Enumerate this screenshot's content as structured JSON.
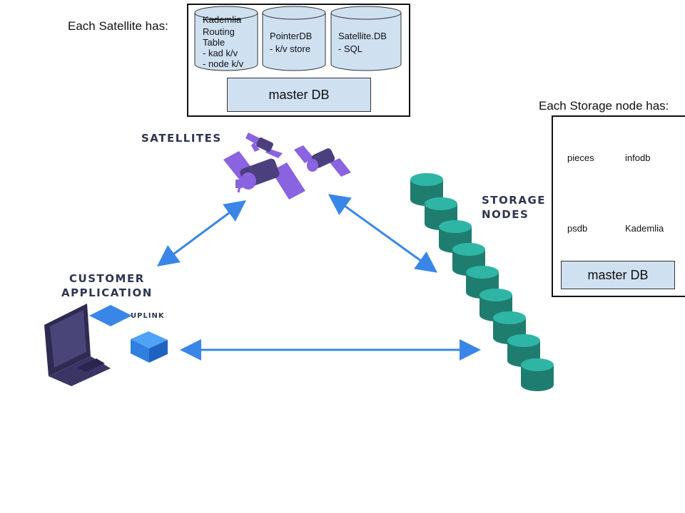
{
  "satellite_panel": {
    "heading": "Each Satellite has:",
    "stores": [
      {
        "name": "Kademlia",
        "details": "Routing\nTable\n- kad k/v\n- node k/v"
      },
      {
        "name": "PointerDB",
        "details": "- k/v store"
      },
      {
        "name": "Satellite.DB",
        "details": "- SQL"
      }
    ],
    "master": "master DB"
  },
  "storage_panel": {
    "heading": "Each Storage node has:",
    "stores": [
      "pieces",
      "infodb",
      "psdb",
      "Kademlia"
    ],
    "master": "master DB"
  },
  "labels": {
    "satellites": "SATELLITES",
    "storage_nodes": "STORAGE\nNODES",
    "customer_application": "CUSTOMER\nAPPLICATION",
    "uplink": "UPLINK"
  },
  "colors": {
    "db_fill": "#cfe0f1",
    "arrow": "#3a86e8",
    "satellite": "#8a63e0",
    "satellite_dark": "#4b3f7d",
    "node_teal": "#2fb5a6",
    "node_dark": "#1f7d6f",
    "uplink_blue": "#2e7fe0",
    "laptop": "#2f2a52"
  }
}
